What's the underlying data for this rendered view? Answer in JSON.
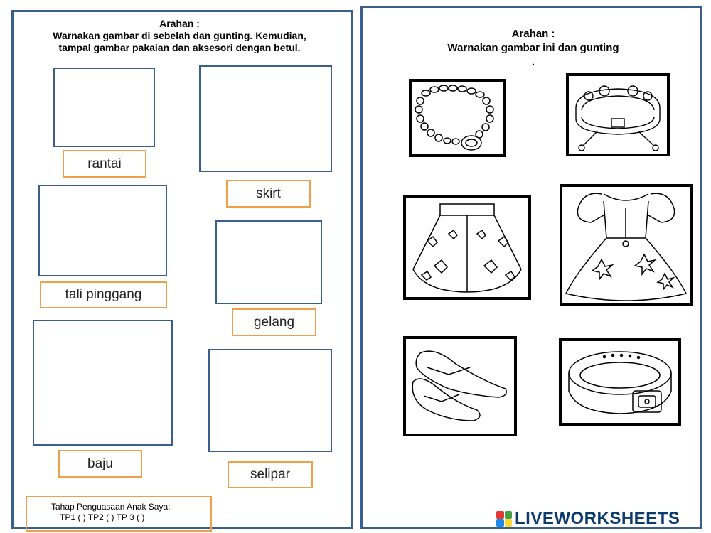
{
  "left": {
    "instruction_title": "Arahan :",
    "instruction_line1": "Warnakan gambar di sebelah dan  gunting. Kemudian,",
    "instruction_line2": "tampal gambar pakaian dan aksesori dengan betul.",
    "labels": {
      "rantai": "rantai",
      "skirt": "skirt",
      "tali_pinggang": "tali pinggang",
      "gelang": "gelang",
      "baju": "baju",
      "selipar": "selipar"
    },
    "mastery": {
      "title": "Tahap Penguasaan Anak Saya:",
      "levels": "TP1 (    )    TP2 (    )    TP 3 (    )"
    }
  },
  "right": {
    "instruction_title": "Arahan :",
    "instruction_line1": "Warnakan gambar ini dan gunting",
    "instruction_line2": "."
  },
  "brand": {
    "name": "LIVEWORKSHEETS",
    "icon_colors": [
      "#e53935",
      "#43a047",
      "#1e88e5",
      "#fdd835"
    ],
    "text_color": "#0b3a6e"
  },
  "colors": {
    "panel_border": "#3a5f8f",
    "label_border": "#f0a04b"
  }
}
